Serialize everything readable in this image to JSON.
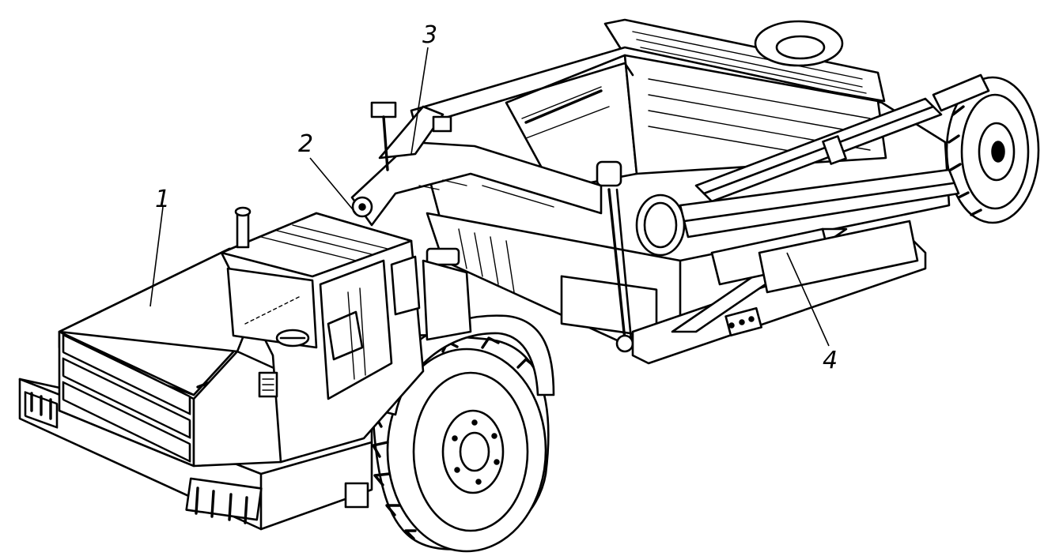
{
  "labels": [
    {
      "id": "1",
      "text": "1"
    },
    {
      "id": "2",
      "text": "2"
    },
    {
      "id": "3",
      "text": "3"
    },
    {
      "id": "4",
      "text": "4"
    }
  ],
  "colors": {
    "ink": "#000000",
    "paper": "#ffffff"
  }
}
